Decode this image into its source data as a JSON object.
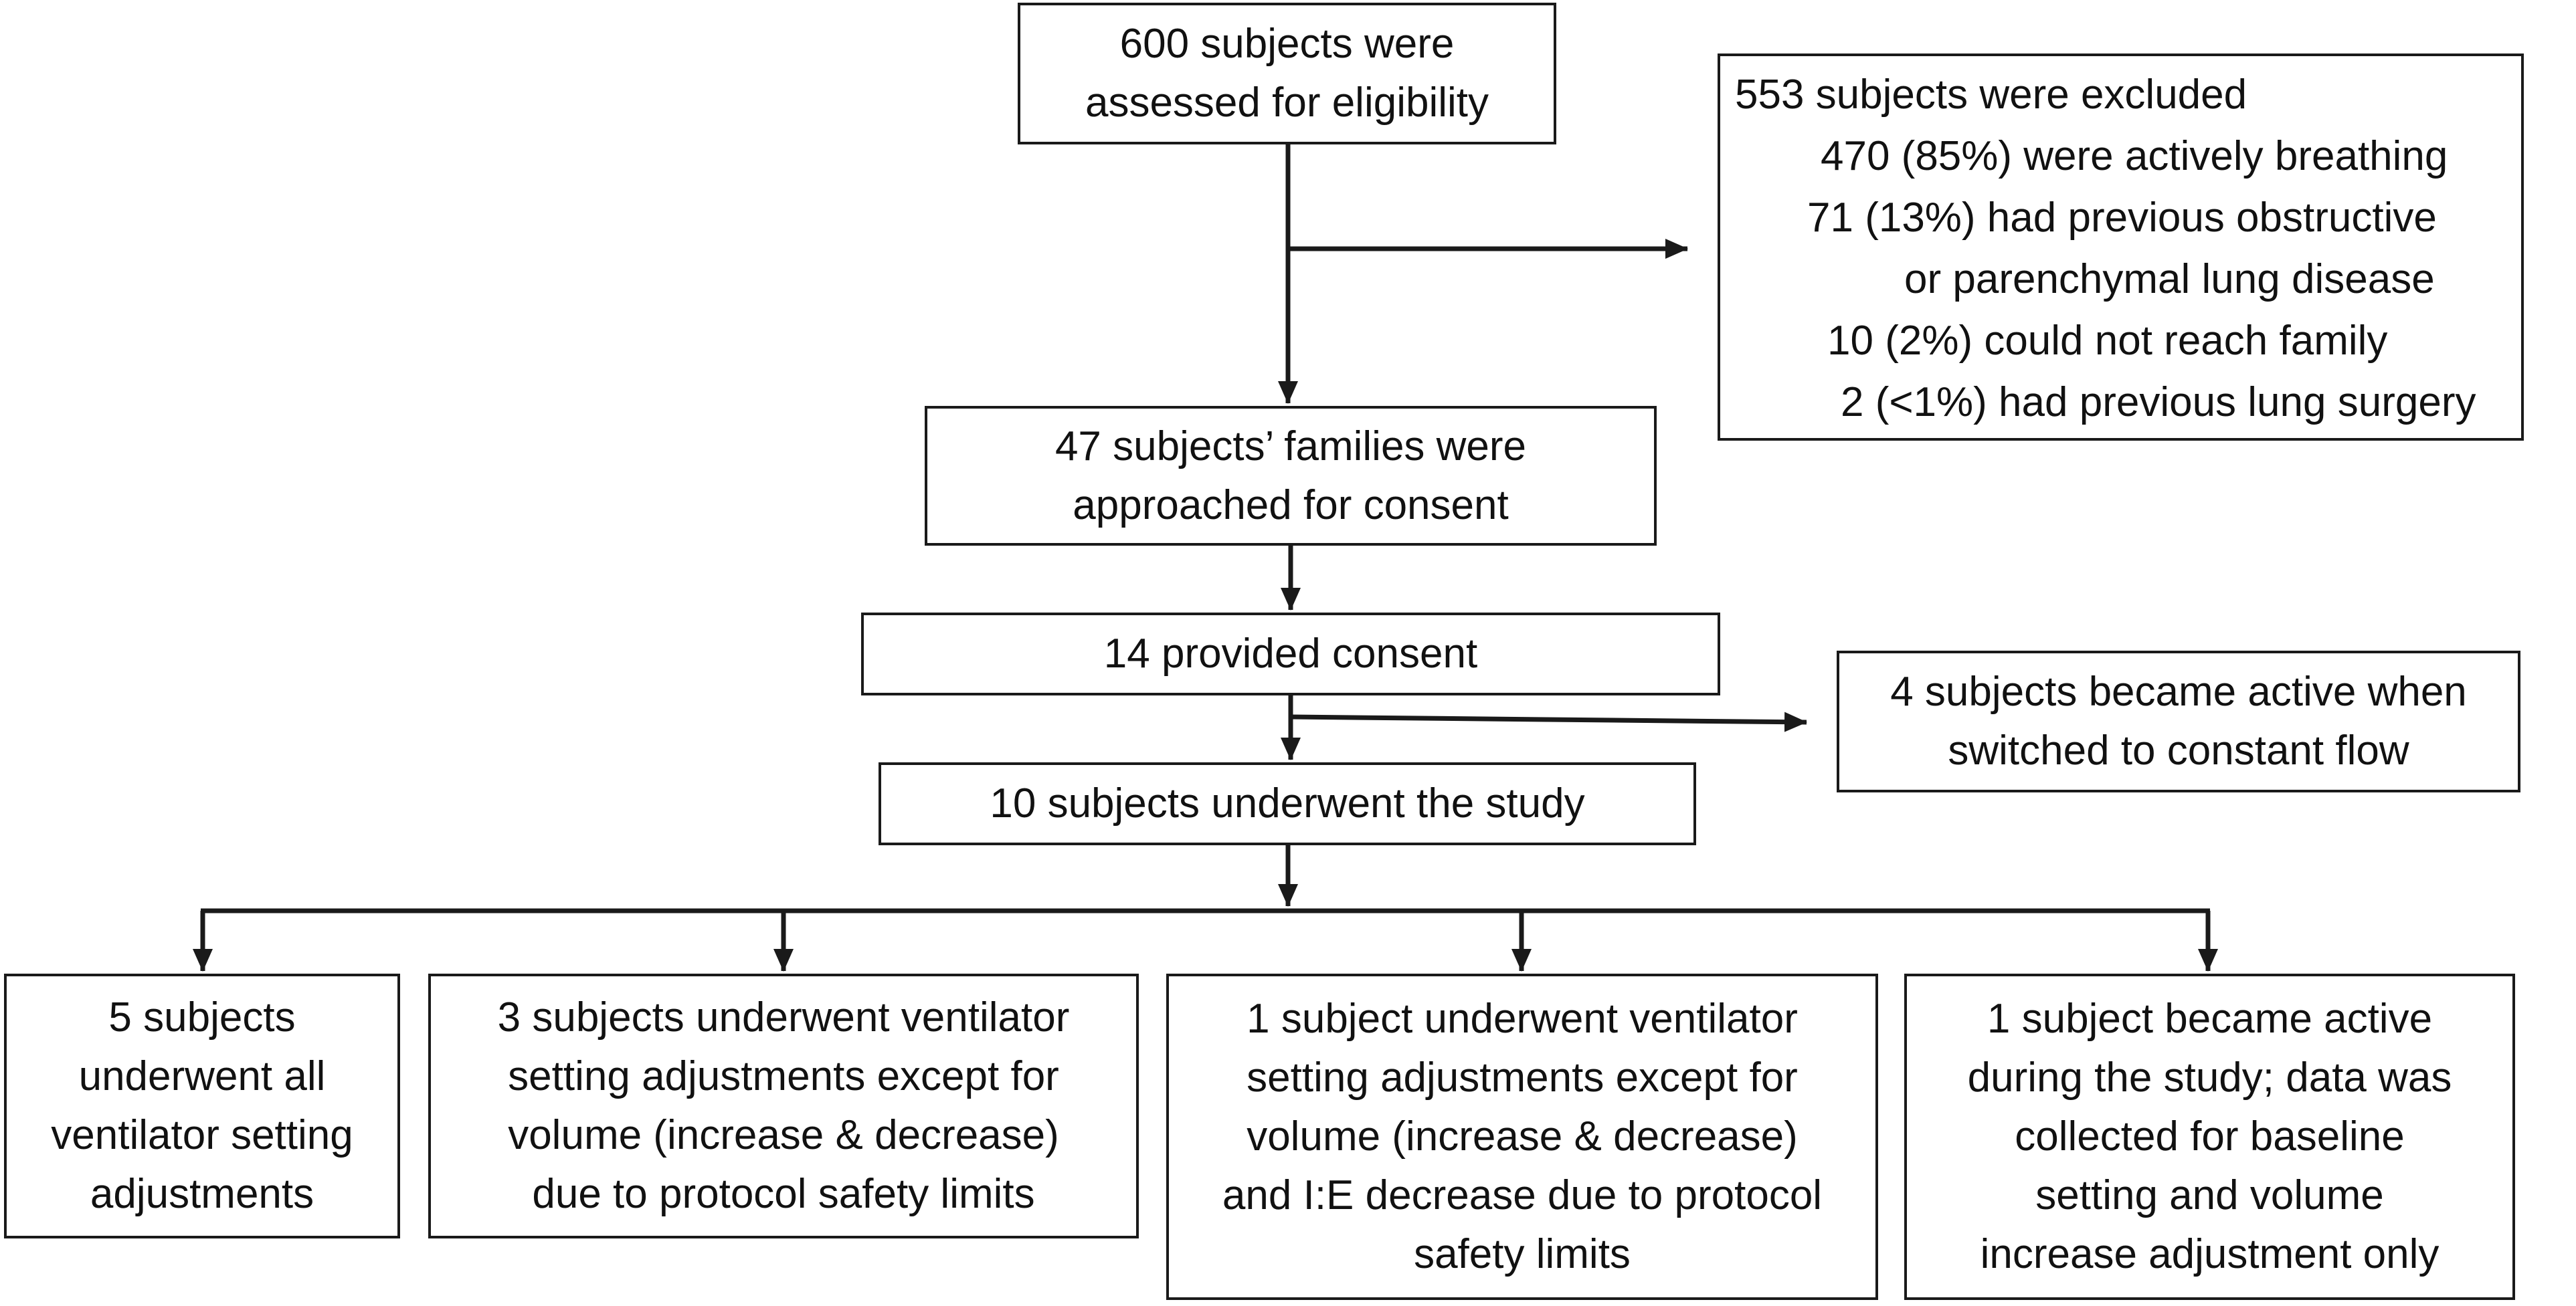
{
  "boxes": {
    "assessed": {
      "lines": [
        "600 subjects were",
        "assessed for eligibility"
      ]
    },
    "excluded": {
      "lines": [
        "553 subjects were excluded",
        "470 (85%) were actively breathing",
        "71 (13%) had previous obstructive",
        "or parenchymal lung disease",
        "10 (2%) could not reach family",
        "2 (<1%) had previous lung surgery"
      ]
    },
    "approached": {
      "lines": [
        "47 subjects’ families were",
        "approached for consent"
      ]
    },
    "consent": {
      "lines": [
        "14 provided consent"
      ]
    },
    "active": {
      "lines": [
        "4 subjects became active when",
        "switched to constant flow"
      ]
    },
    "underwent": {
      "lines": [
        "10 subjects underwent the study"
      ]
    },
    "group1": {
      "lines": [
        "5 subjects",
        "underwent all",
        "ventilator setting",
        "adjustments"
      ]
    },
    "group2": {
      "lines": [
        "3 subjects underwent ventilator",
        "setting adjustments except for",
        "volume (increase & decrease)",
        "due to protocol safety limits"
      ]
    },
    "group3": {
      "lines": [
        "1 subject underwent ventilator",
        "setting adjustments except for",
        "volume (increase & decrease)",
        "and I:E decrease due to protocol",
        "safety limits"
      ]
    },
    "group4": {
      "lines": [
        "1 subject became active",
        "during the study; data was",
        "collected for baseline",
        "setting and volume",
        "increase adjustment only"
      ]
    }
  },
  "colors": {
    "line": "#1a1a1a",
    "border": "#1a1a1a",
    "text": "#111111"
  }
}
